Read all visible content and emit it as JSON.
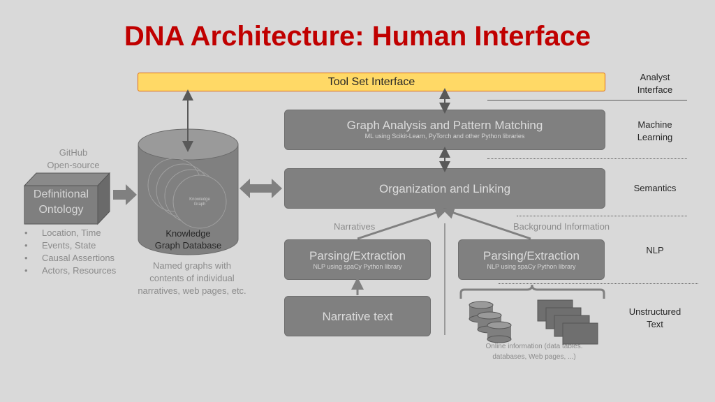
{
  "title": "DNA Architecture: Human Interface",
  "toolset": "Tool Set Interface",
  "graph_analysis": {
    "main": "Graph Analysis and Pattern Matching",
    "sub": "ML using Scikit-Learn, PyTorch and other Python libraries"
  },
  "organization": "Organization and Linking",
  "parsing_left": {
    "main": "Parsing/Extraction",
    "sub": "NLP using spaCy Python library"
  },
  "parsing_right": {
    "main": "Parsing/Extraction",
    "sub": "NLP using spaCy Python library"
  },
  "narrative_text": "Narrative text",
  "narratives_label": "Narratives",
  "background_label": "Background Information",
  "github_label": "GitHub\nOpen-source",
  "ontology": "Definitional\nOntology",
  "ontology_items": [
    "Location, Time",
    "Events, State",
    "Causal Assertions",
    "Actors, Resources"
  ],
  "kg_db": "Knowledge\nGraph Database",
  "kg_small": "Knowledge\nGraph",
  "named_graphs": "Named graphs with\ncontents of individual\nnarratives, web pages, etc.",
  "online_info": "Online information (data tables.\ndatabases, Web pages, ...)",
  "layers": {
    "analyst": "Analyst\nInterface",
    "ml": "Machine\nLearning",
    "semantics": "Semantics",
    "nlp": "NLP",
    "unstructured": "Unstructured\nText"
  },
  "colors": {
    "title": "#c00000",
    "toolset_fill": "#ffd966",
    "toolset_border": "#e36c09",
    "box_fill": "#808080",
    "background": "#d9d9d9"
  }
}
